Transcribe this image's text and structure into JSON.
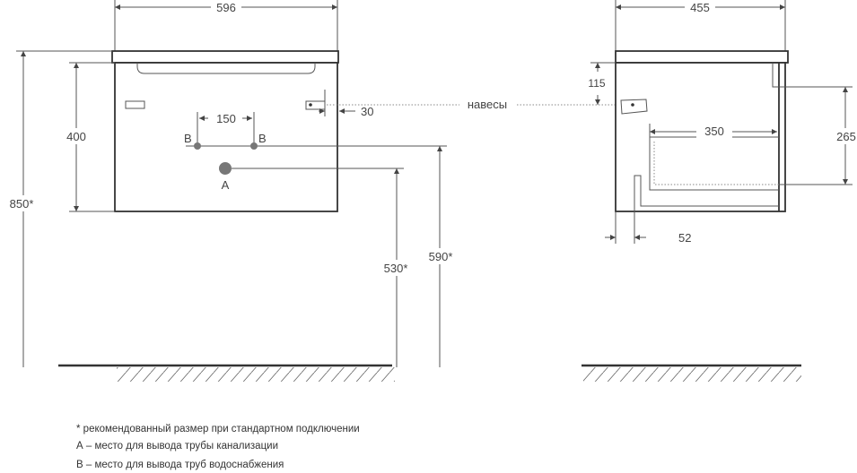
{
  "front_view": {
    "width": "596",
    "height_total": "850*",
    "height_body": "400",
    "pipe_spacing": "150",
    "hinge_offset": "30",
    "label_b_left": "B",
    "label_b_right": "B",
    "label_a": "A",
    "height_a": "530*",
    "height_b": "590*"
  },
  "hinges_label": "навесы",
  "side_view": {
    "depth": "455",
    "hinge_height": "115",
    "drawer_depth": "350",
    "drawer_height": "265",
    "back_offset": "52"
  },
  "notes": [
    "* рекомендованный размер при стандартном подключении",
    "А – место для вывода трубы канализации",
    "В – место для вывода труб водоснабжения"
  ],
  "colors": {
    "line": "#444444",
    "hole": "#777777"
  }
}
